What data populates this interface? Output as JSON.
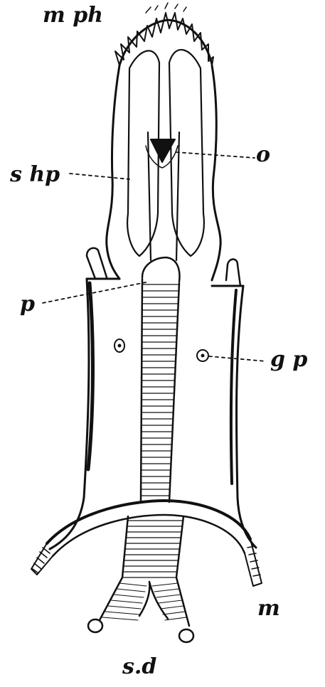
{
  "labels": {
    "mph": "m ph",
    "o": "o",
    "shp": "s hp",
    "p": "p",
    "gp": "g p",
    "m": "m",
    "sd": "s.d"
  },
  "colors": {
    "ink": "#111111",
    "paper": "#ffffff"
  }
}
